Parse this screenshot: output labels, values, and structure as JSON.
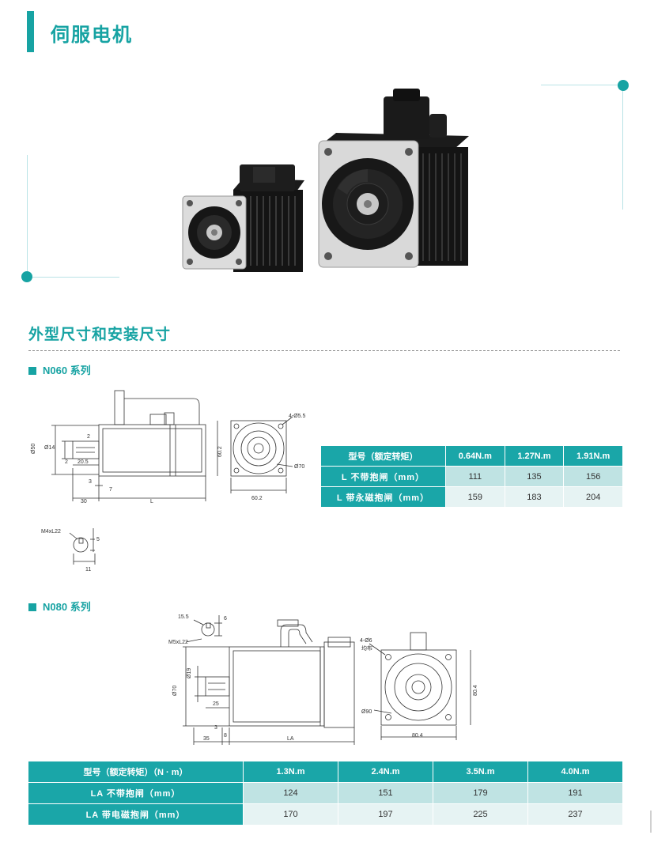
{
  "page_title": "伺服电机",
  "section_title": "外型尺寸和安装尺寸",
  "colors": {
    "accent": "#17a3a3",
    "row_light_1": "#bfe3e3",
    "row_light_2": "#e6f3f3"
  },
  "n060": {
    "series_label": "N060 系列",
    "drawing": {
      "d50": "Ø50",
      "d14": "Ø14",
      "side_2a": "2",
      "side_2b": "2",
      "d20_5": "20.5",
      "d3": "3",
      "d7": "7",
      "d30": "30",
      "dL": "L",
      "hole": "4-Ø5.5",
      "d60_2_v": "60.2",
      "d70": "Ø70",
      "d60_2_h": "60.2",
      "screw": "M4xL22",
      "d5": "5",
      "d11": "11"
    },
    "table": {
      "header": [
        "型号（额定转矩）",
        "0.64N.m",
        "1.27N.m",
        "1.91N.m"
      ],
      "rows": [
        {
          "label": "L 不带抱闸（mm）",
          "values": [
            "111",
            "135",
            "156"
          ]
        },
        {
          "label": "L 带永磁抱闸（mm）",
          "values": [
            "159",
            "183",
            "204"
          ]
        }
      ]
    }
  },
  "n080": {
    "series_label": "N080 系列",
    "drawing": {
      "d15_5": "15.5",
      "d6a": "6",
      "screw": "M5xL22",
      "d19": "Ø19",
      "d70": "Ø70",
      "d25": "25",
      "d3": "3",
      "d35": "35",
      "d8": "8",
      "dLA": "LA",
      "hole": "4-Ø6",
      "hole_note": "均布",
      "d80_4_v": "80.4",
      "d90": "Ø90",
      "d80_4_h": "80.4"
    },
    "table": {
      "header": [
        "型号（额定转矩）（N · m）",
        "1.3N.m",
        "2.4N.m",
        "3.5N.m",
        "4.0N.m"
      ],
      "rows": [
        {
          "label": "LA 不带抱闸（mm）",
          "values": [
            "124",
            "151",
            "179",
            "191"
          ]
        },
        {
          "label": "LA 带电磁抱闸（mm）",
          "values": [
            "170",
            "197",
            "225",
            "237"
          ]
        }
      ]
    }
  }
}
